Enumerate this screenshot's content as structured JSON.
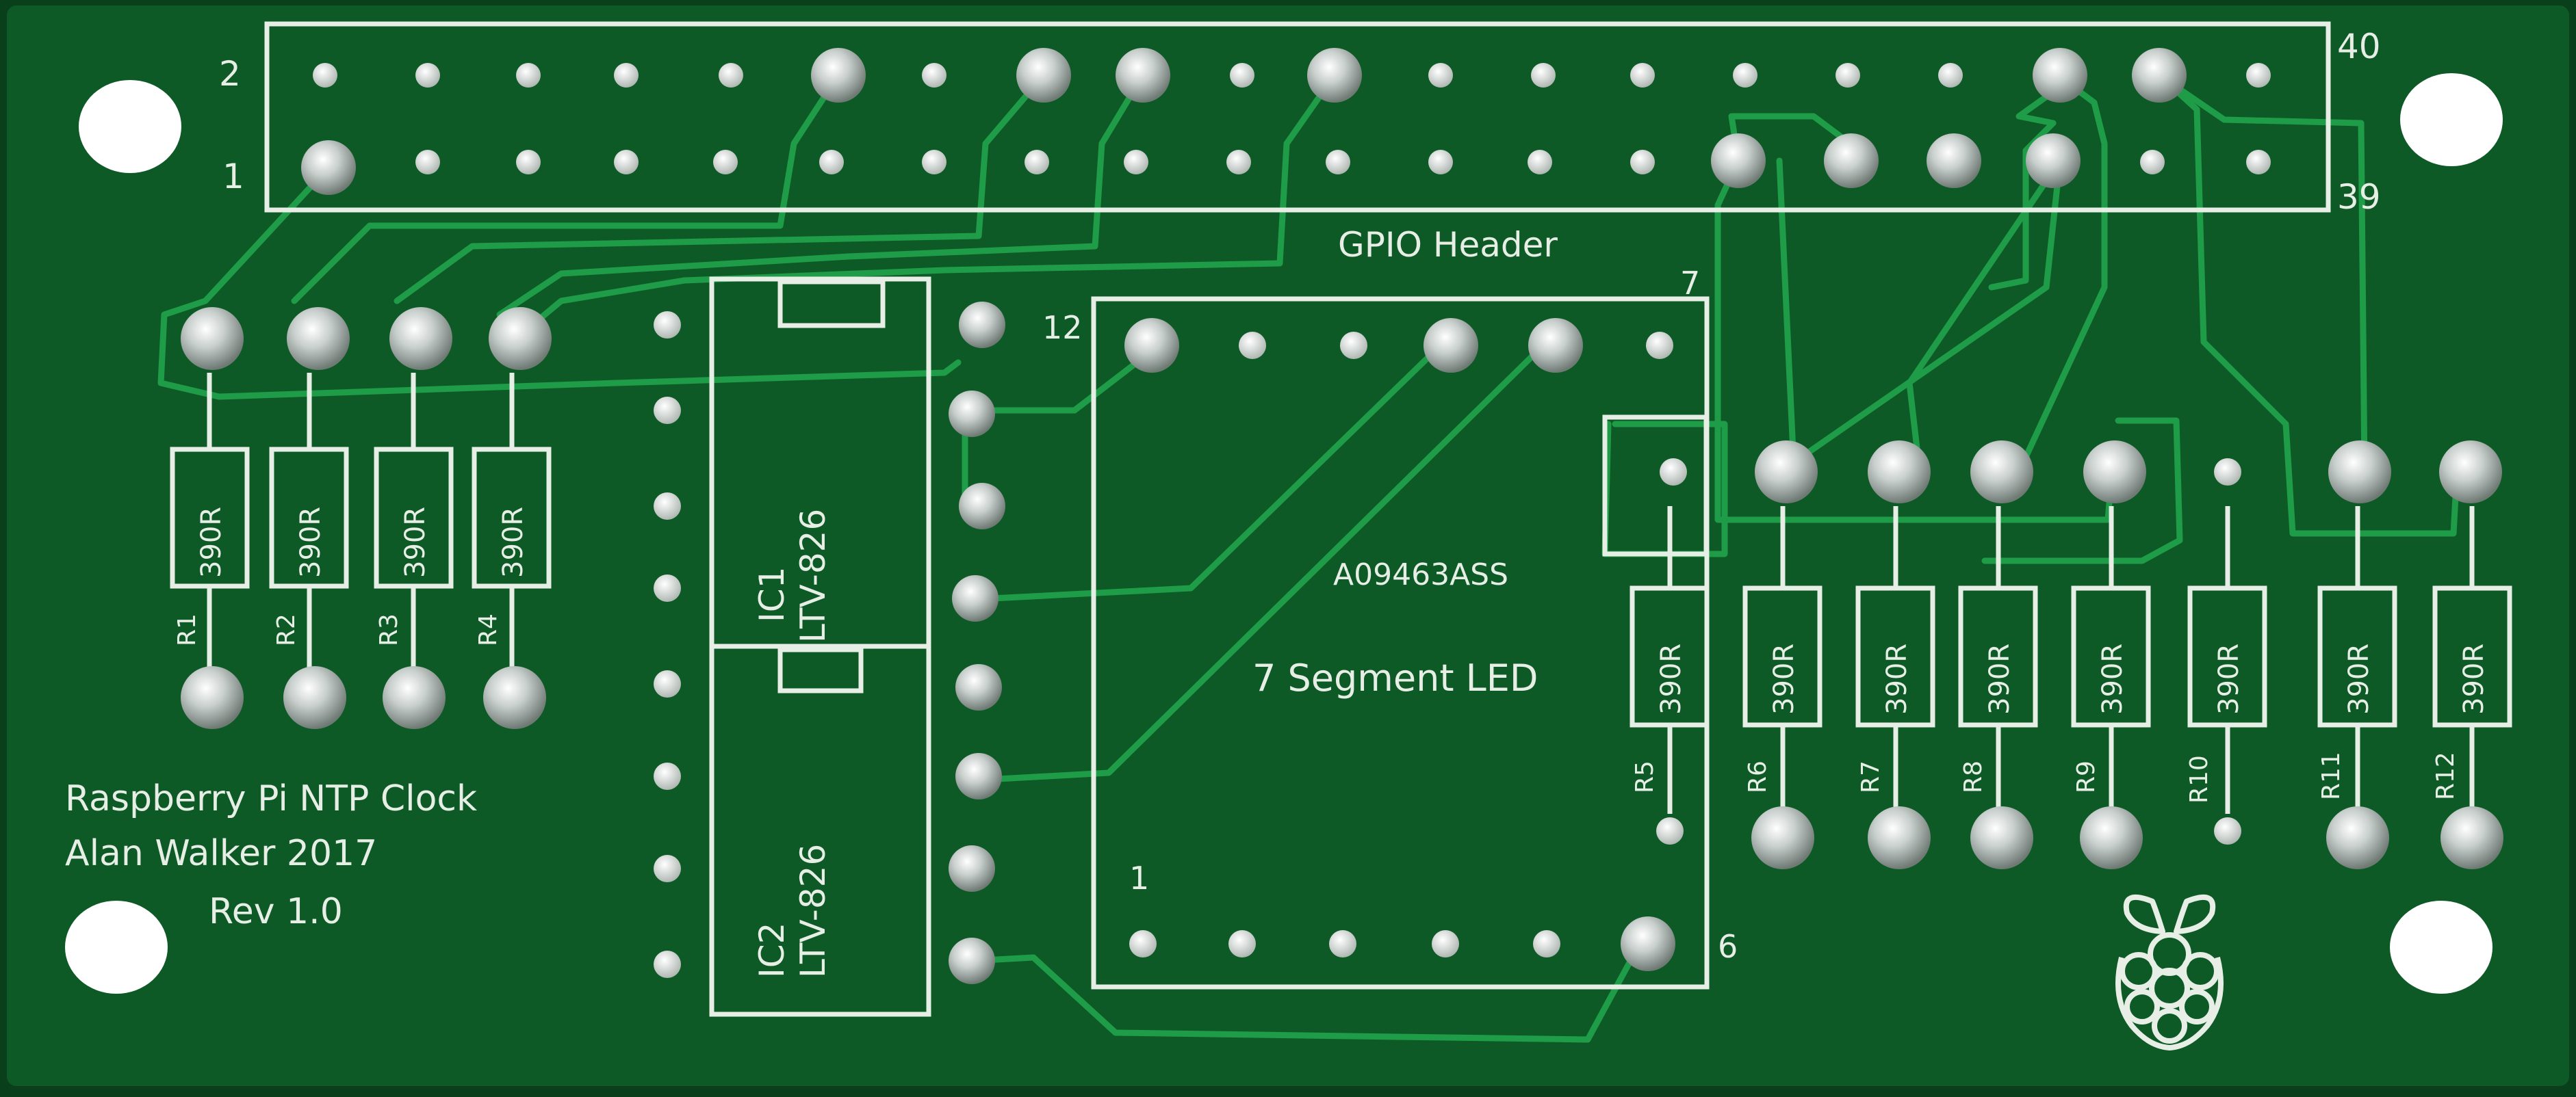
{
  "board": {
    "silk_color": "#e6eee6",
    "copper_color": "#1f9c47",
    "mask_color": "#0e5a26",
    "pad_color": "#cfd6d2"
  },
  "header": {
    "pin2_label": "2",
    "pin1_label": "1",
    "pin40_label": "40",
    "pin39_label": "39",
    "title": "GPIO Header"
  },
  "resistors": [
    {
      "ref": "R1",
      "value": "390R"
    },
    {
      "ref": "R2",
      "value": "390R"
    },
    {
      "ref": "R3",
      "value": "390R"
    },
    {
      "ref": "R4",
      "value": "390R"
    },
    {
      "ref": "R5",
      "value": "390R"
    },
    {
      "ref": "R6",
      "value": "390R"
    },
    {
      "ref": "R7",
      "value": "390R"
    },
    {
      "ref": "R8",
      "value": "390R"
    },
    {
      "ref": "R9",
      "value": "390R"
    },
    {
      "ref": "R10",
      "value": "390R"
    },
    {
      "ref": "R11",
      "value": "390R"
    },
    {
      "ref": "R12",
      "value": "390R"
    }
  ],
  "ic1": {
    "ref": "IC1",
    "part": "LTV-826"
  },
  "ic2": {
    "ref": "IC2",
    "part": "LTV-826"
  },
  "display": {
    "part": "A09463ASS",
    "title": "7 Segment LED",
    "pin1": "1",
    "pin6": "6",
    "pin7": "7",
    "pin12": "12"
  },
  "credits": {
    "line1": "Raspberry Pi NTP Clock",
    "line2": "Alan Walker 2017",
    "line3": "Rev 1.0"
  },
  "logo": "raspberry-pi-logo"
}
